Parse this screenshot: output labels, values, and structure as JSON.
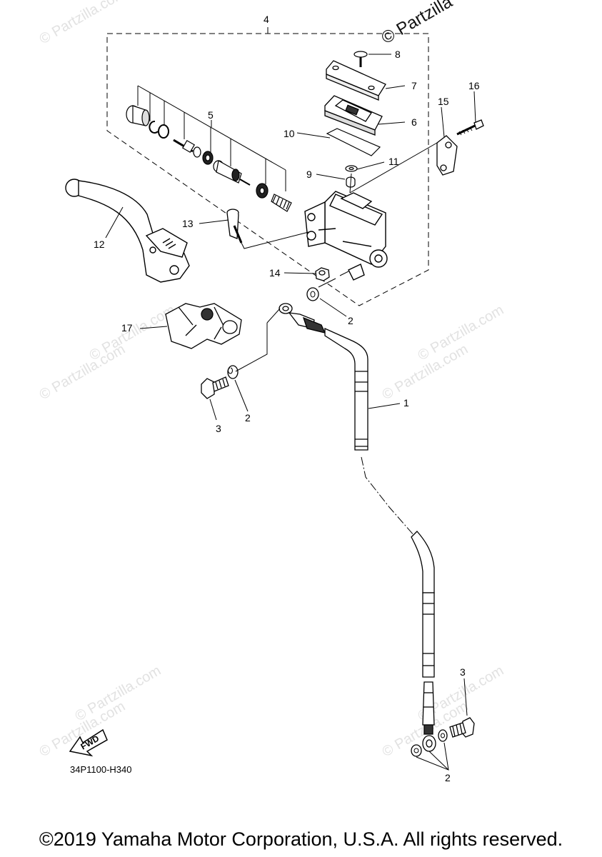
{
  "diagram": {
    "code": "34P1100-H340",
    "fwd_label": "FWD",
    "brand_watermark": "© Partzilla",
    "faint_watermark": "© Partzilla.com",
    "callouts": {
      "c1": "1",
      "c2a": "2",
      "c2b": "2",
      "c2c": "2",
      "c3a": "3",
      "c3b": "3",
      "c4": "4",
      "c5": "5",
      "c6": "6",
      "c7": "7",
      "c8": "8",
      "c9": "9",
      "c10": "10",
      "c11": "11",
      "c12": "12",
      "c13": "13",
      "c14": "14",
      "c15": "15",
      "c16": "16",
      "c17": "17"
    }
  },
  "footer": {
    "copyright": "©2019 Yamaha Motor Corporation, U.S.A. All rights reserved."
  }
}
